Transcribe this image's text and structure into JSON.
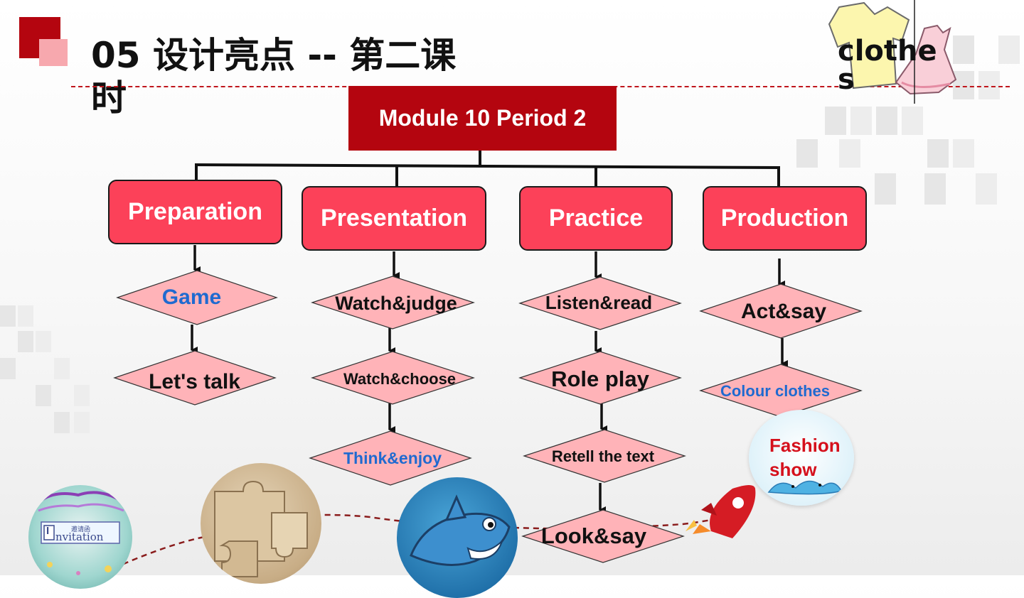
{
  "header": {
    "title": "05  设计亮点 -- 第二课时",
    "corner_label": "clothes"
  },
  "module": {
    "label": "Module 10 Period 2"
  },
  "stages": [
    {
      "label": "Preparation",
      "steps": [
        "Game",
        "Let's talk"
      ]
    },
    {
      "label": "Presentation",
      "steps": [
        "Watch&judge",
        "Watch&choose",
        "Think&enjoy"
      ]
    },
    {
      "label": "Practice",
      "steps": [
        "Listen&read",
        "Role play",
        "Retell the text",
        "Look&say"
      ]
    },
    {
      "label": "Production",
      "steps": [
        "Act&say",
        "Colour clothes"
      ]
    }
  ],
  "bubbles": {
    "fashion_show": "Fashion show",
    "invitation_tag": "邀请函",
    "invitation_text": "nvitation",
    "invitation_initial": "I"
  },
  "colors": {
    "brand_red": "#b4050f",
    "stage_fill": "#fc4159",
    "diamond_fill": "#ffb3b8",
    "blue_text": "#1f6ad0",
    "fashion_red": "#d5101c"
  }
}
